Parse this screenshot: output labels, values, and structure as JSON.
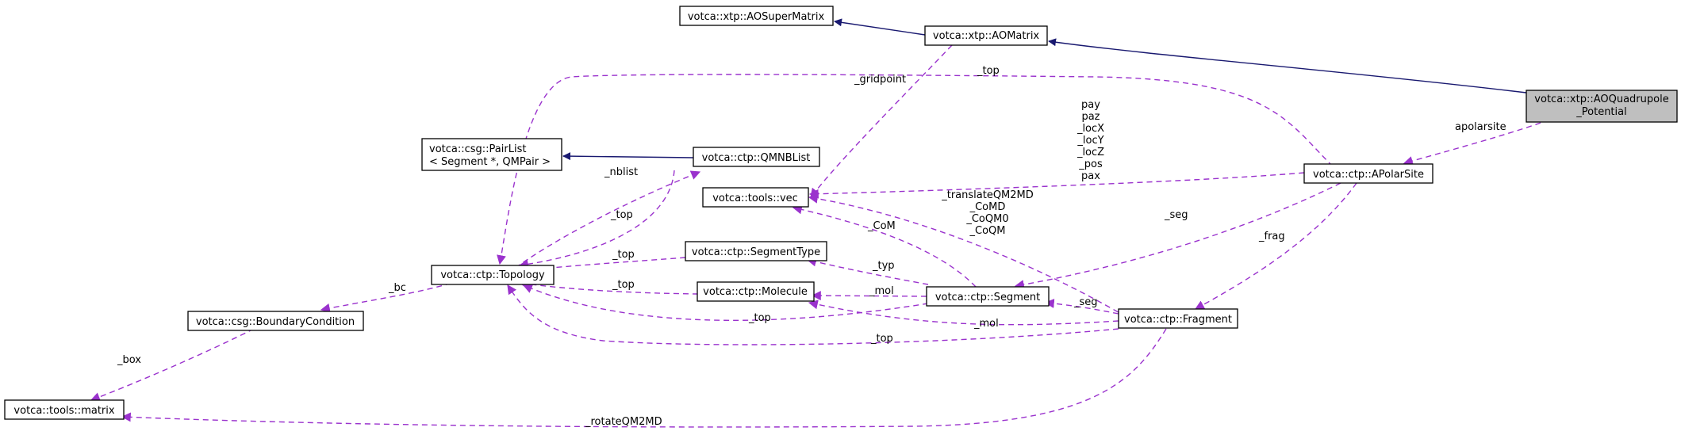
{
  "diagram": {
    "colors": {
      "inheritance": "#191970",
      "member": "#9a32cd",
      "focus_fill": "#bfbfbf"
    },
    "nodes": {
      "aosupermatrix": [
        "votca::xtp::AOSuperMatrix"
      ],
      "aomatrix": [
        "votca::xtp::AOMatrix"
      ],
      "aoquadrupole": [
        "votca::xtp::AOQuadrupole",
        "_Potential"
      ],
      "pairlist": [
        "votca::csg::PairList",
        "< Segment *, QMPair >"
      ],
      "qmnblist": [
        "votca::ctp::QMNBList"
      ],
      "vec": [
        "votca::tools::vec"
      ],
      "apolarsite": [
        "votca::ctp::APolarSite"
      ],
      "segmenttype": [
        "votca::ctp::SegmentType"
      ],
      "topology": [
        "votca::ctp::Topology"
      ],
      "molecule": [
        "votca::ctp::Molecule"
      ],
      "segment": [
        "votca::ctp::Segment"
      ],
      "fragment": [
        "votca::ctp::Fragment"
      ],
      "boundary": [
        "votca::csg::BoundaryCondition"
      ],
      "matrix": [
        "votca::tools::matrix"
      ]
    },
    "edge_labels": {
      "gridpoint": "_gridpoint",
      "top_apolar": "_top",
      "apolarsite": "apolarsite",
      "pos_group": [
        "pay",
        "paz",
        "_locX",
        "_locY",
        "_locZ",
        "_pos",
        "pax"
      ],
      "nblist": "_nblist",
      "top_qmnb": "_top",
      "translate_group": [
        "_translateQM2MD",
        "_CoMD",
        "_CoQM0",
        "_CoQM"
      ],
      "com": "_CoM",
      "seg_apolar": "_seg",
      "frag": "_frag",
      "top_segtype": "_top",
      "typ": "_typ",
      "bc": "_bc",
      "top_molecule": "_top",
      "mol_segment": "_mol",
      "seg_fragment": "_seg",
      "top_segment": "_top",
      "mol_fragment": "_mol",
      "top_fragment": "_top",
      "box": "_box",
      "rotate": "_rotateQM2MD"
    }
  }
}
